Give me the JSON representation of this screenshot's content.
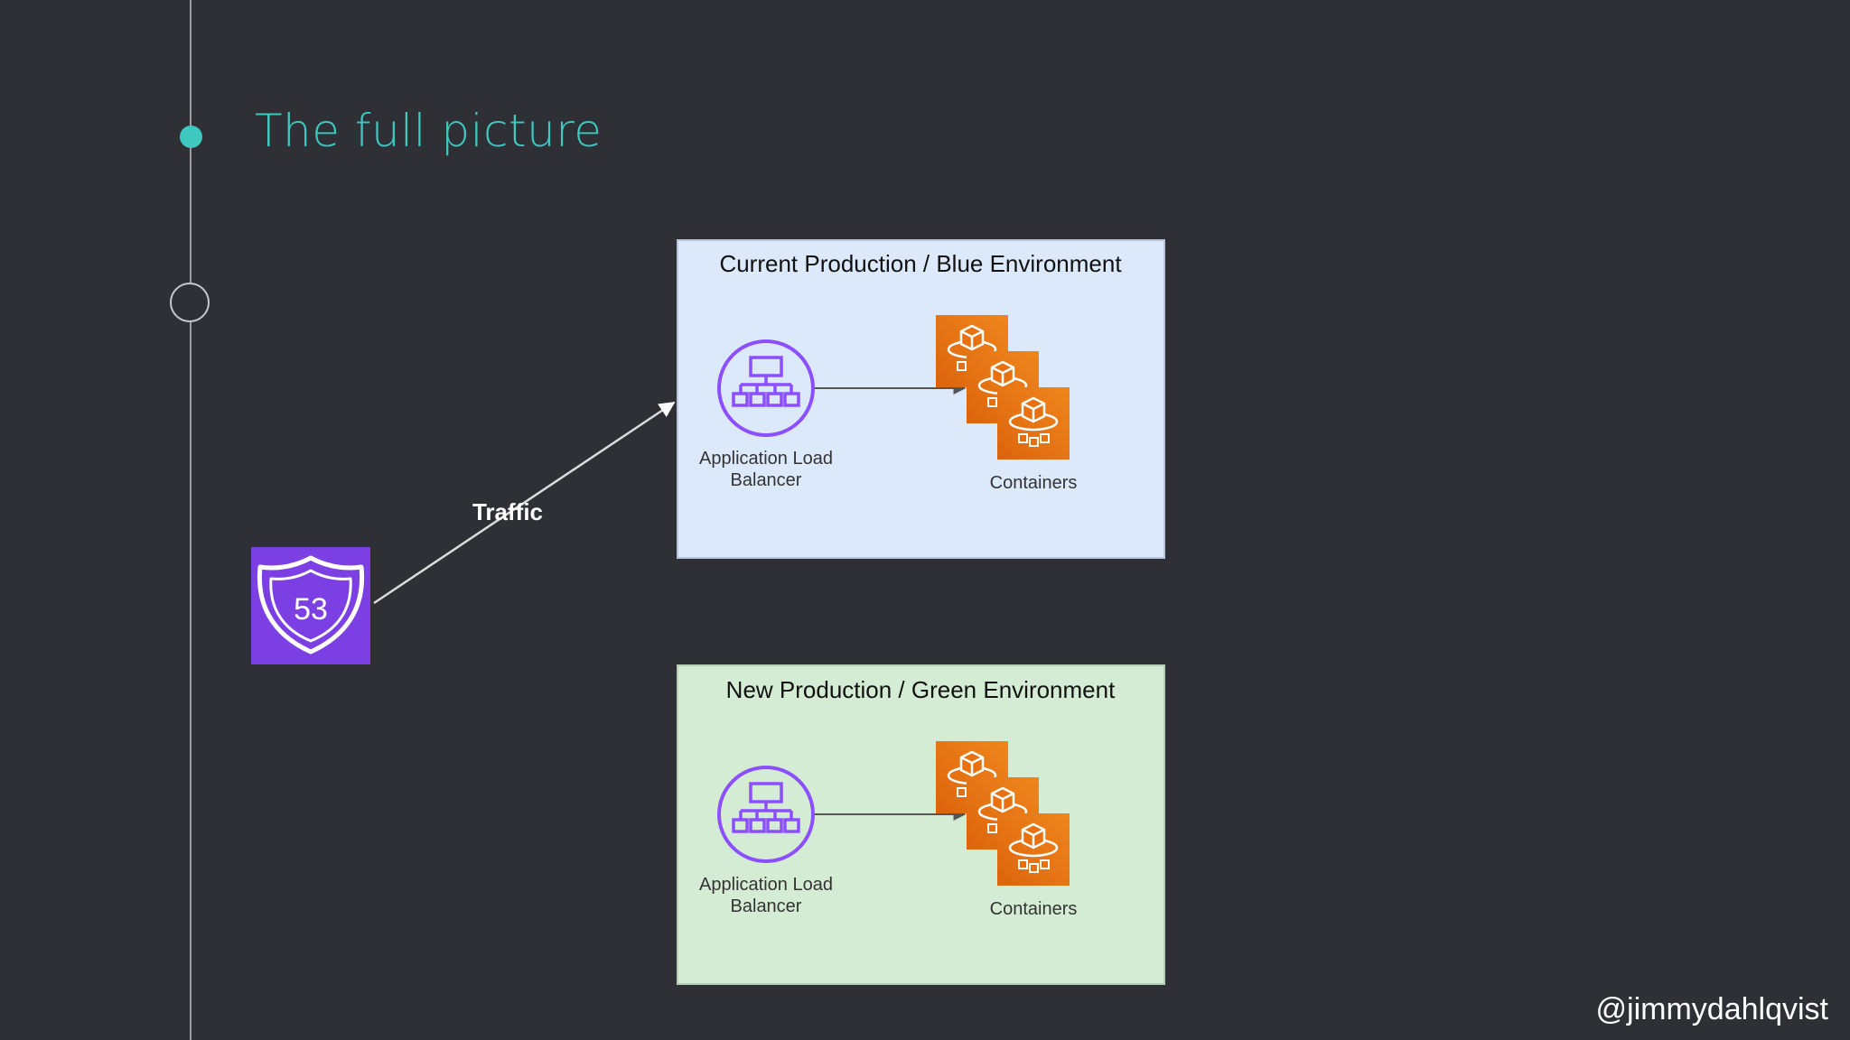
{
  "slide": {
    "title": "The full picture",
    "handle": "@jimmydahlqvist",
    "accent_color": "#3fc8c0"
  },
  "diagram": {
    "route53": {
      "icon": "route53-shield-icon",
      "label": "53",
      "color": "#7b3fe4"
    },
    "traffic_label": "Traffic",
    "blue_env": {
      "title": "Current Production / Blue Environment",
      "color": "#dce9fb",
      "alb_label_line1": "Application Load",
      "alb_label_line2": "Balancer",
      "containers_label": "Containers"
    },
    "green_env": {
      "title": "New Production / Green Environment",
      "color": "#d5ecd4",
      "alb_label_line1": "Application Load",
      "alb_label_line2": "Balancer",
      "containers_label": "Containers"
    },
    "alb_color": "#8c4fff",
    "container_color": "#e8700f"
  }
}
